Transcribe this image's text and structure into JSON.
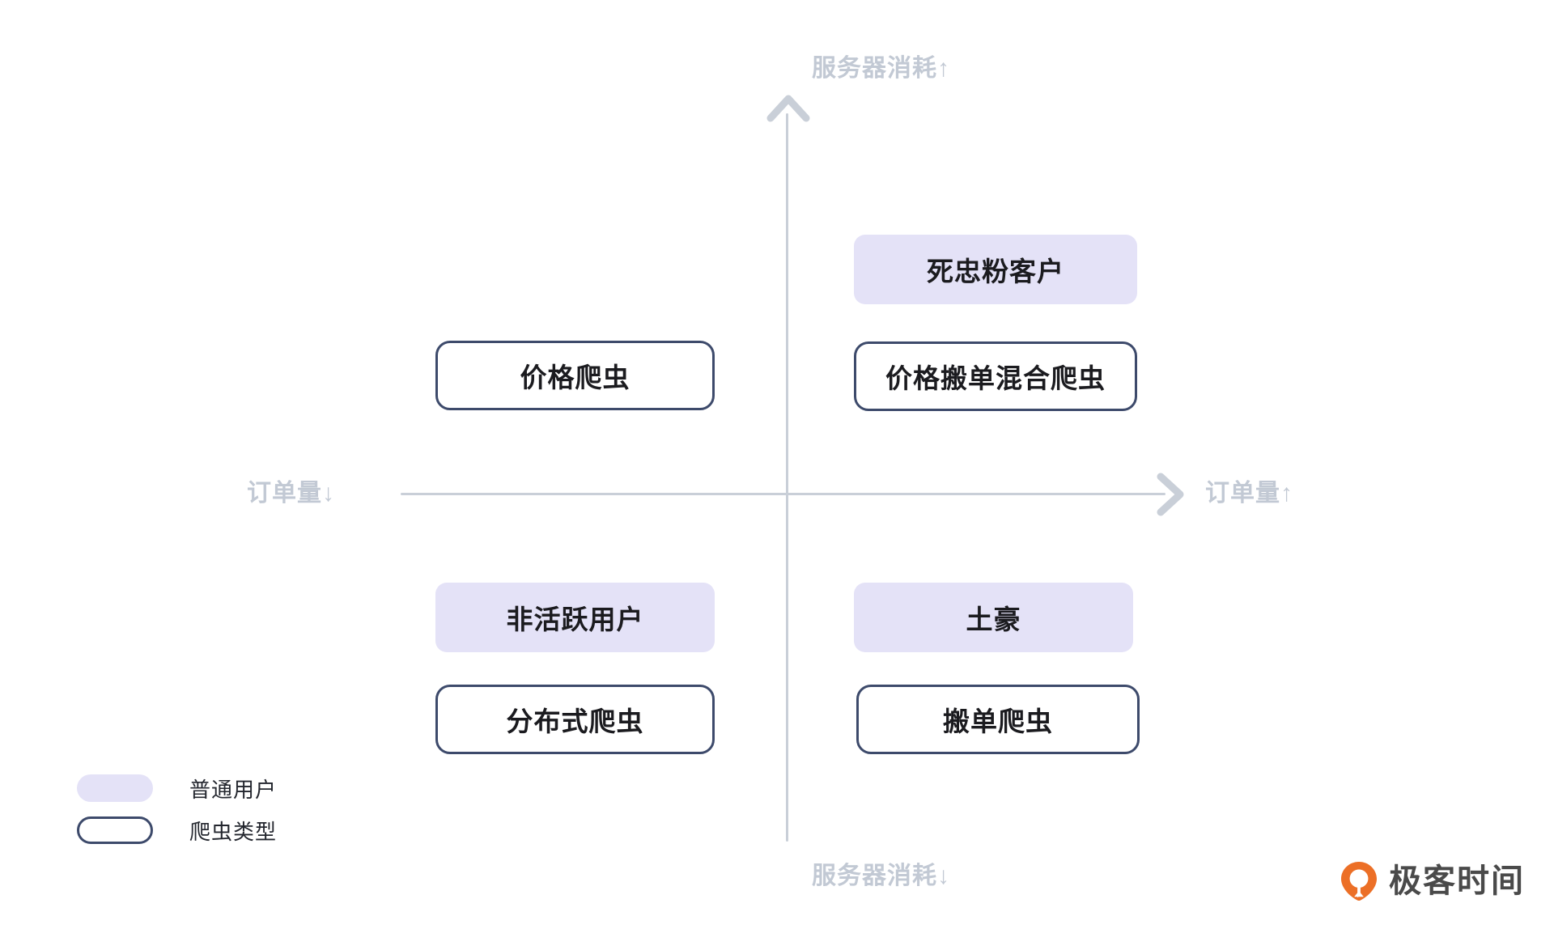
{
  "diagram": {
    "type": "quadrant-matrix",
    "axes": {
      "vertical": {
        "top_label": "服务器消耗↑",
        "bottom_label": "服务器消耗↓",
        "color": "#c2c9d4"
      },
      "horizontal": {
        "left_label": "订单量↓",
        "right_label": "订单量↑",
        "color": "#c2c9d4"
      }
    },
    "quadrants": {
      "top_left": {
        "crawler": "价格爬虫"
      },
      "top_right": {
        "user": "死忠粉客户",
        "crawler": "价格搬单混合爬虫"
      },
      "bottom_left": {
        "user": "非活跃用户",
        "crawler": "分布式爬虫"
      },
      "bottom_right": {
        "user": "土豪",
        "crawler": "搬单爬虫"
      }
    },
    "legend": {
      "items": [
        {
          "label": "普通用户",
          "style": "filled",
          "color": "#e4e2f7"
        },
        {
          "label": "爬虫类型",
          "style": "outlined",
          "color": "#3d4a6b"
        }
      ]
    },
    "brand": {
      "name": "极客时间",
      "mark": "geekbang-pin-icon",
      "mark_color": "#ec6f26",
      "text_color": "#4a4a4a"
    },
    "colors": {
      "user_fill": "#e4e2f7",
      "crawler_border": "#3d4a6b",
      "axis": "#c9cfd8",
      "axis_label": "#c2c9d4",
      "node_text": "#1b1b1f",
      "background": "#ffffff"
    }
  }
}
